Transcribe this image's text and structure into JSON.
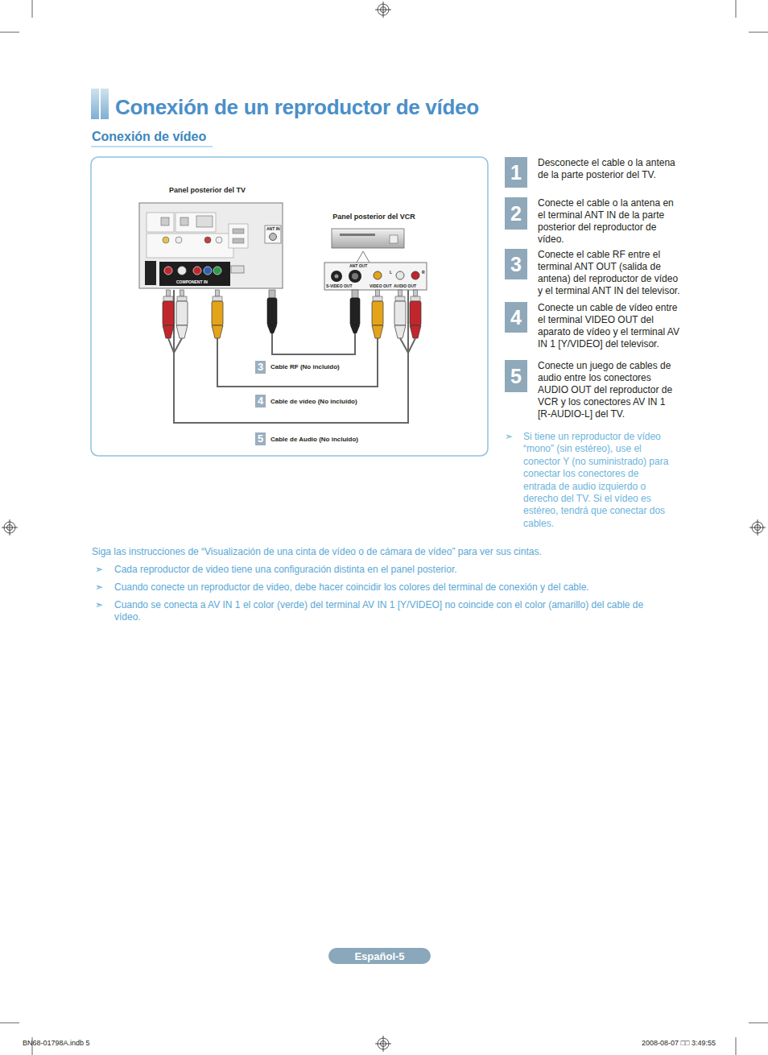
{
  "diagram": {
    "title": "Conexión de un reproductor de vídeo",
    "nodes": [
      {
        "text": [
          "Panel posterior del TV"
        ]
      },
      {
        "text": [
          "Panel posterior del VCR"
        ]
      },
      {
        "text": [
          "1",
          "Desconecte el cable o la antena de la parte posterior del TV."
        ]
      },
      {
        "text": [
          "2",
          "Conecte el cable o la antena en el terminal ANT IN de la parte posterior del reproductor de vídeo."
        ]
      },
      {
        "text": [
          "3",
          "Conecte el cable RF entre el terminal ANT OUT (salida de antena) del reproductor de vídeo y el terminal ANT IN del televisor."
        ]
      },
      {
        "text": [
          "4",
          "Conecte un cable de vídeo entre el terminal VIDEO OUT del aparato de vídeo y el terminal AV IN 1 [Y/VIDEO] del televisor."
        ]
      },
      {
        "text": [
          "5",
          "Conecte un juego de cables de audio entre los conectores AUDIO OUT del reproductor de VCR y los conectores AV IN 1 [R-AUDIO-L] del TV."
        ]
      },
      {
        "text": [
          "Español-5"
        ]
      }
    ],
    "edges": [
      {
        "from": 0,
        "to": 1,
        "arrow": "none",
        "label": "Cable RF (No incluido)"
      },
      {
        "from": 0,
        "to": 1,
        "arrow": "none",
        "label": "Cable de vídeo (No incluido)"
      },
      {
        "from": 0,
        "to": 1,
        "arrow": "none",
        "label": "Cable de Audio (No incluido)"
      }
    ],
    "labels": [
      "Conexión de vídeo",
      "COMPONENT IN",
      "ANT IN",
      "ANT OUT",
      "S-VIDEO OUT",
      "VIDEO OUT",
      "AUDIO OUT",
      "L",
      "R",
      "3",
      "4",
      "5",
      "➣",
      "Si tiene un reproductor de vídeo “mono” (sin estéreo), use el conector Y (no suministrado) para conectar los conectores de entrada de audio izquierdo o derecho del TV. Si el vídeo es estéreo, tendrá que conectar dos cables.",
      "Siga las instrucciones de “Visualización de una cinta de vídeo o de cámara de vídeo” para ver sus cintas.",
      "➣",
      "Cada reproductor de video tiene una configuración distinta en el panel posterior.",
      "➣",
      "Cuando conecte un reproductor de video, debe hacer coincidir los colores del terminal de conexión y del cable.",
      "➣",
      "Cuando se conecta a AV IN 1 el color (verde) del terminal AV IN 1 [Y/VIDEO] no coincide con el color (amarillo) del cable de vídeo.",
      "BN68-01798A.indb 5",
      "2008-08-07 □□ 3:49:55"
    ]
  }
}
